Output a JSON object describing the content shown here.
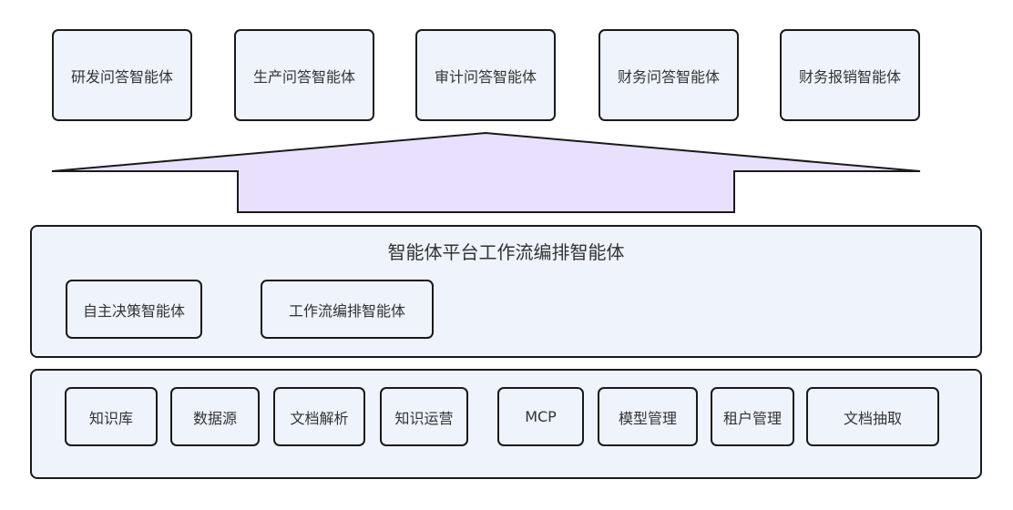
{
  "colors": {
    "box_fill": "#eff3fc",
    "arrow_fill": "#e8e0fd",
    "stroke": "#1a1a1a"
  },
  "top_agents": [
    "研发问答智能体",
    "生产问答智能体",
    "审计问答智能体",
    "财务问答智能体",
    "财务报销智能体"
  ],
  "platform": {
    "title": "智能体平台工作流编排智能体",
    "items": [
      "自主决策智能体",
      "工作流编排智能体"
    ]
  },
  "foundation": {
    "items": [
      "知识库",
      "数据源",
      "文档解析",
      "知识运营",
      "MCP",
      "模型管理",
      "租户管理",
      "文档抽取"
    ]
  }
}
